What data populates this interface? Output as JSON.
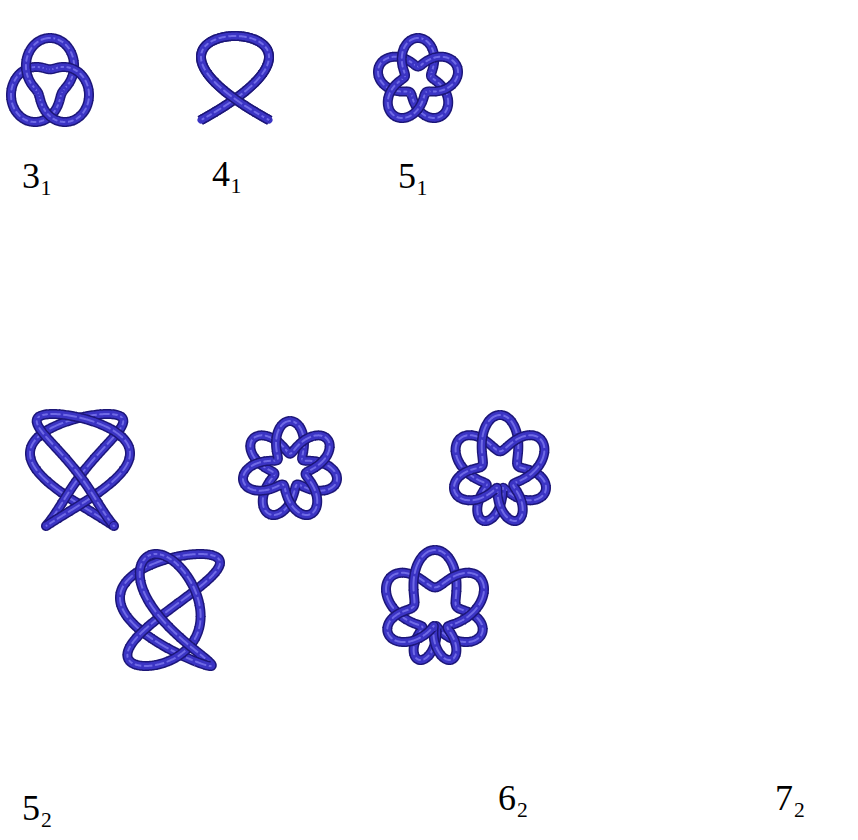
{
  "diagram": {
    "labels": [
      "3₁",
      "4₁",
      "5₁",
      "5₂",
      "6₂",
      "7₂"
    ]
  }
}
